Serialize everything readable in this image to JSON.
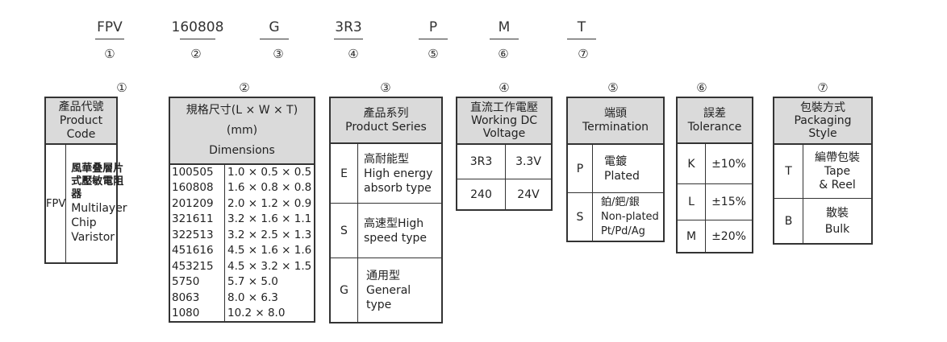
{
  "part_number": {
    "segments": [
      {
        "code": "FPV",
        "index": "①"
      },
      {
        "code": "160808",
        "index": "②"
      },
      {
        "code": "G",
        "index": "③"
      },
      {
        "code": "3R3",
        "index": "④"
      },
      {
        "code": "P",
        "index": "⑤"
      },
      {
        "code": "M",
        "index": "⑥"
      },
      {
        "code": "T",
        "index": "⑦"
      }
    ]
  },
  "tables": {
    "product_code": {
      "index": "①",
      "title_zh": "產品代號",
      "title_en": "Product Code",
      "code": "FPV",
      "desc_zh": "風華叠層片式壓敏電阻器",
      "desc_en": [
        "Multilayer",
        "Chip",
        "Varistor"
      ]
    },
    "dimensions": {
      "index": "②",
      "title_zh": "規格尺寸(L × W × T)",
      "title_unit": "(mm)",
      "title_en": "Dimensions",
      "rows": [
        [
          "100505",
          "1.0 × 0.5 × 0.5"
        ],
        [
          "160808",
          "1.6 × 0.8 × 0.8"
        ],
        [
          "201209",
          "2.0 × 1.2 × 0.9"
        ],
        [
          "321611",
          "3.2 × 1.6 × 1.1"
        ],
        [
          "322513",
          "3.2 × 2.5 × 1.3"
        ],
        [
          "451616",
          "4.5 × 1.6 × 1.6"
        ],
        [
          "453215",
          "4.5 × 3.2 × 1.5"
        ],
        [
          "5750",
          "5.7 × 5.0"
        ],
        [
          "8063",
          "8.0 × 6.3"
        ],
        [
          "1080",
          "10.2 × 8.0"
        ]
      ]
    },
    "series": {
      "index": "③",
      "title_zh": "產品系列",
      "title_en": "Product Series",
      "rows": [
        {
          "code": "E",
          "zh": "高耐能型",
          "en1": "High energy",
          "en2": "absorb type"
        },
        {
          "code": "S",
          "zh": "高速型High",
          "en1": "speed type",
          "en2": ""
        },
        {
          "code": "G",
          "zh": "通用型",
          "en1": "General",
          "en2": "type"
        }
      ]
    },
    "voltage": {
      "index": "④",
      "title_zh": "直流工作電壓",
      "title_en1": "Working DC",
      "title_en2": "Voltage",
      "rows": [
        [
          "3R3",
          "3.3V"
        ],
        [
          "240",
          "24V"
        ]
      ]
    },
    "termination": {
      "index": "⑤",
      "title_zh": "端頭",
      "title_en": "Termination",
      "rows": [
        {
          "code": "P",
          "zh": "電鍍",
          "en1": "Plated",
          "en2": ""
        },
        {
          "code": "S",
          "zh": "鉑/鈀/銀",
          "en1": "Non-plated",
          "en2": "Pt/Pd/Ag"
        }
      ]
    },
    "tolerance": {
      "index": "⑥",
      "title_zh": "誤差",
      "title_en": "Tolerance",
      "rows": [
        [
          "K",
          "±10%"
        ],
        [
          "L",
          "±15%"
        ],
        [
          "M",
          "±20%"
        ]
      ]
    },
    "packaging": {
      "index": "⑦",
      "title_zh": "包裝方式",
      "title_en1": "Packaging",
      "title_en2": "Style",
      "rows": [
        {
          "code": "T",
          "zh": "編帶包裝",
          "en1": "Tape",
          "en2": "& Reel"
        },
        {
          "code": "B",
          "zh": "散裝",
          "en1": "Bulk",
          "en2": ""
        }
      ]
    }
  },
  "colors": {
    "header_bg": "#dadada",
    "border": "#333333"
  }
}
